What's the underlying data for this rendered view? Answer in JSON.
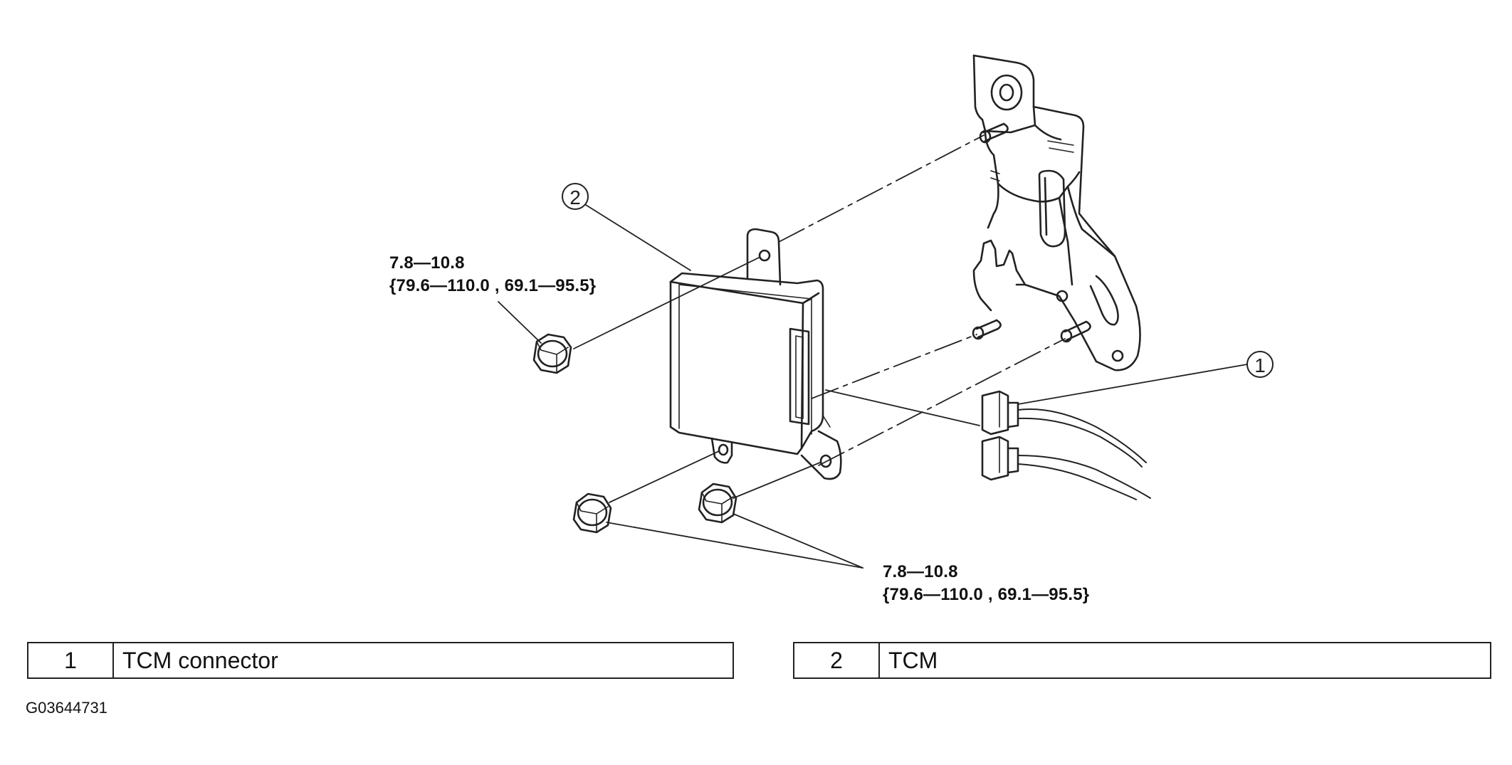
{
  "callouts": {
    "one": "1",
    "two": "2"
  },
  "torque_upper": {
    "line1": "7.8—10.8",
    "line2": "{79.6—110.0 , 69.1—95.5}"
  },
  "torque_lower": {
    "line1": "7.8—10.8",
    "line2": "{79.6—110.0 , 69.1—95.5}"
  },
  "legend": [
    {
      "num": "1",
      "name": "TCM connector"
    },
    {
      "num": "2",
      "name": "TCM"
    }
  ],
  "figure_id": "G03644731"
}
